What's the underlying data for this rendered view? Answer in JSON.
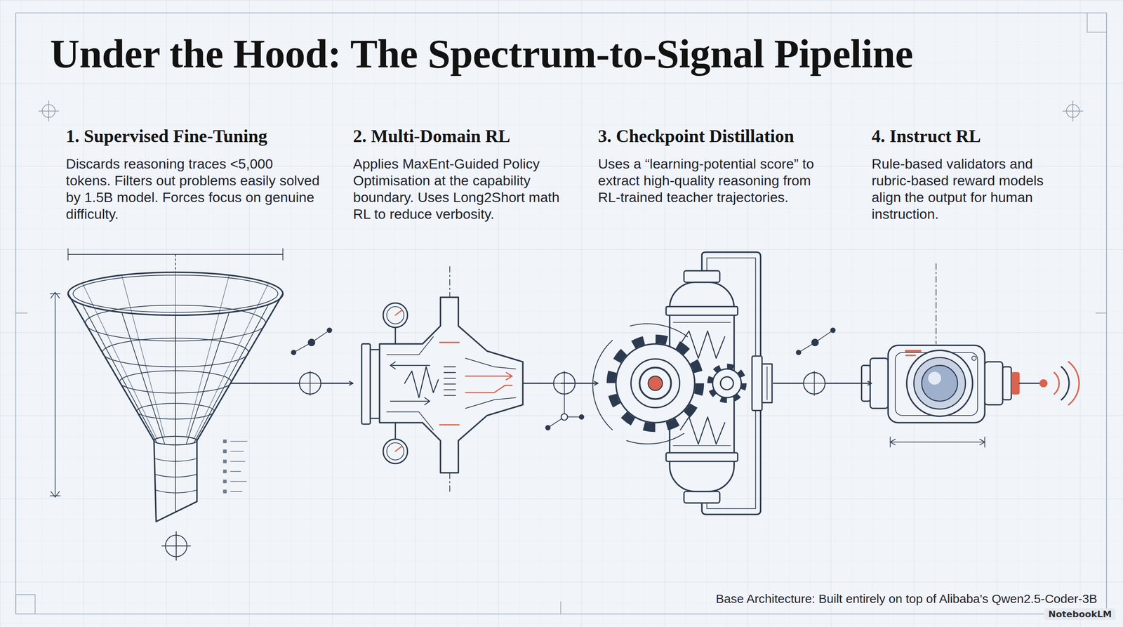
{
  "diagram": {
    "title": "Under the Hood: The Spectrum-to-Signal Pipeline",
    "nodes": [
      {
        "text": [
          "1. Supervised Fine-Tuning",
          "Discards reasoning traces <5,000 tokens. Filters out problems easily solved by 1.5B model. Forces focus on genuine difficulty."
        ]
      },
      {
        "text": [
          "2. Multi-Domain RL",
          "Applies MaxEnt-Guided Policy Optimisation at the capability boundary. Uses Long2Short math RL to reduce verbosity."
        ]
      },
      {
        "text": [
          "3. Checkpoint Distillation",
          "Uses a “learning-potential score” to extract high-quality reasoning from RL-trained teacher trajectories."
        ]
      },
      {
        "text": [
          "4. Instruct RL",
          "Rule-based validators and rubric-based reward models align the output for human instruction."
        ]
      }
    ],
    "edges": [
      {
        "from": 0,
        "to": 1,
        "arrow": "to"
      },
      {
        "from": 1,
        "to": 2,
        "arrow": "to"
      },
      {
        "from": 2,
        "to": 3,
        "arrow": "to"
      }
    ],
    "labels": [
      "Base Architecture: Built entirely on top of Alibaba's Qwen2.5-Coder-3B",
      "NotebookLM"
    ]
  }
}
